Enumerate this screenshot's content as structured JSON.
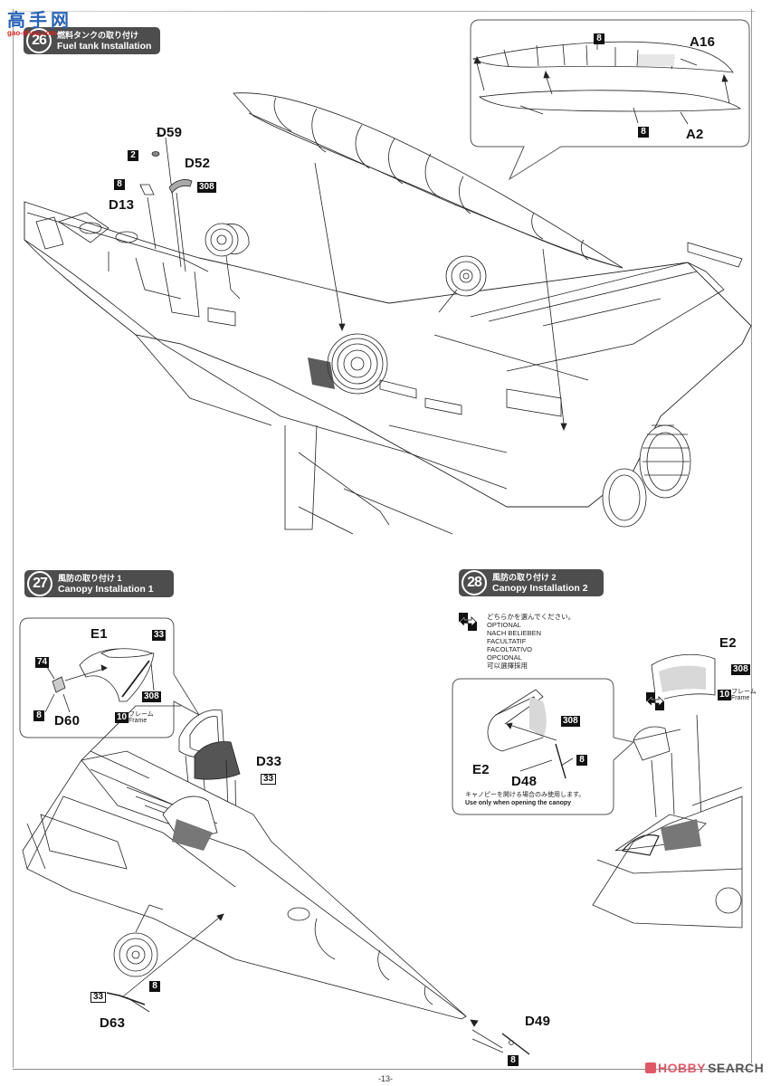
{
  "page": {
    "page_number": "-13-"
  },
  "watermarks": {
    "top_left_cn": "高手网",
    "top_left_url": "gao-shou.com",
    "bottom_right_brand": "HOBBY",
    "bottom_right_suffix": "SEARCH"
  },
  "steps": [
    {
      "number": "26",
      "title_jp": "燃料タンクの取り付け",
      "title_en": "Fuel tank Installation"
    },
    {
      "number": "27",
      "title_jp": "風防の取り付け 1",
      "title_en": "Canopy Installation 1"
    },
    {
      "number": "28",
      "title_jp": "風防の取り付け 2",
      "title_en": "Canopy Installation 2"
    }
  ],
  "step26": {
    "callout": {
      "parts": [
        "A16",
        "A2"
      ],
      "paint_codes": [
        "8",
        "8"
      ]
    },
    "labels": {
      "D59": "D59",
      "D59_paint": "2",
      "D52": "D52",
      "D52_paint": "308",
      "D13": "D13",
      "D13_paint": "8"
    }
  },
  "step27": {
    "callout": {
      "E1": "E1",
      "E1_paint_top": "33",
      "E1_paint_side": "308",
      "D60": "D60",
      "D60_paint_top": "74",
      "D60_paint_bottom": "8",
      "frame_paint": "10",
      "frame_jp": "フレーム",
      "frame_en": "Frame"
    },
    "labels": {
      "D33": "D33",
      "D33_paint": "33",
      "D63": "D63",
      "D63_paint_left": "33",
      "D63_paint_right": "8",
      "D49": "D49",
      "D49_paint": "8"
    }
  },
  "step28": {
    "optional_note": {
      "icon": "optional-arrows-icon",
      "lines": [
        "どちらかを選んでください。",
        "OPTIONAL",
        "NACH BELIEBEN",
        "FACULTATIF",
        "FACOLTATIVO",
        "OPCIONAL",
        "可以選擇採用"
      ]
    },
    "callout": {
      "E2": "E2",
      "E2_paint": "308",
      "D48": "D48",
      "D48_paint": "8",
      "note_jp": "キャノピーを開ける場合のみ使用します。",
      "note_en": "Use only when opening the canopy"
    },
    "labels": {
      "E2": "E2",
      "E2_paint": "308",
      "frame_paint": "10",
      "frame_jp": "フレーム",
      "frame_en": "Frame"
    }
  }
}
